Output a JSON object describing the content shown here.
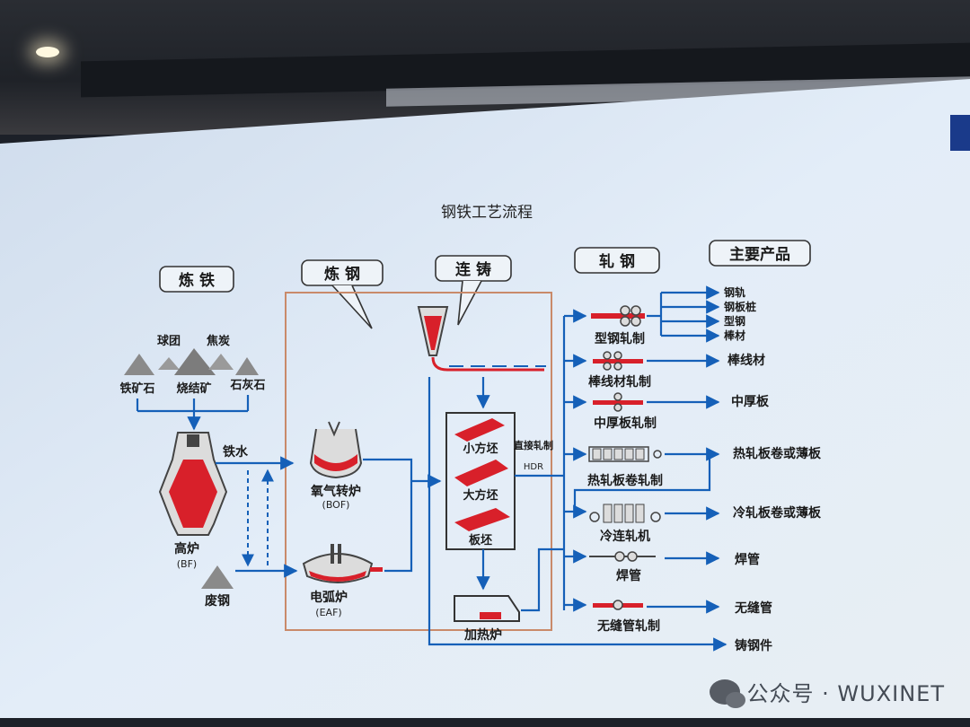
{
  "title": "钢铁工艺流程",
  "sections": {
    "ironmaking": "炼 铁",
    "steelmaking": "炼 钢",
    "casting": "连 铸",
    "rolling": "轧 钢",
    "products": "主要产品"
  },
  "materials": {
    "pellet": "球团",
    "coke": "焦炭",
    "iron_ore": "铁矿石",
    "sinter": "烧结矿",
    "limestone": "石灰石",
    "scrap": "废钢"
  },
  "furnaces": {
    "bf": "高炉",
    "bf_abbr": "(BF)",
    "hot_metal": "铁水",
    "bof": "氧气转炉",
    "bof_abbr": "(BOF)",
    "eaf": "电弧炉",
    "eaf_abbr": "(EAF)"
  },
  "casting": {
    "billet_small": "小方坯",
    "billet_large": "大方坯",
    "slab": "板坯",
    "direct_rolling": "直接轧制",
    "hdr": "HDR",
    "reheating": "加热炉"
  },
  "mills": {
    "section": "型钢轧制",
    "wire": "棒线材轧制",
    "plate": "中厚板轧制",
    "hot_strip": "热轧板卷轧制",
    "cold": "冷连轧机",
    "welded": "焊管",
    "seamless": "无缝管轧制"
  },
  "products": {
    "rail": "钢轨",
    "sheet_pile": "钢板桩",
    "shapes": "型钢",
    "bars": "棒材",
    "wire_rod": "棒线材",
    "plate": "中厚板",
    "hot_coil": "热轧板卷或薄板",
    "cold_coil": "冷轧板卷或薄板",
    "welded_pipe": "焊管",
    "seamless_pipe": "无缝管",
    "castings": "铸钢件"
  },
  "watermark": "公众号 · WUXINET",
  "colors": {
    "screen": "#e3edf8",
    "flow": "#1560b8",
    "molten": "#d8202a",
    "frame": "#c98a6a"
  }
}
